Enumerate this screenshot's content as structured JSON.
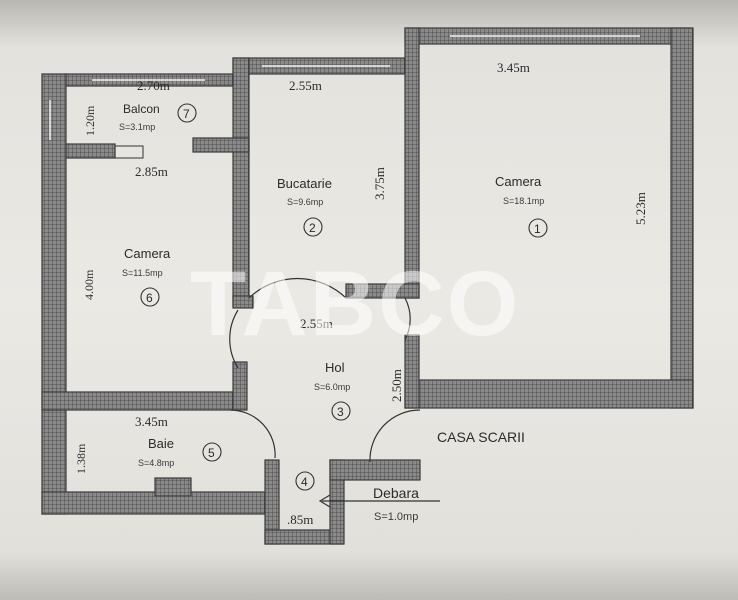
{
  "rooms": {
    "camera1": {
      "name": "Camera",
      "area": "S=18.1mp",
      "number": "1",
      "dim_top": "3.45m",
      "dim_side": "5.23m"
    },
    "bucatarie": {
      "name": "Bucatarie",
      "area": "S=9.6mp",
      "number": "2",
      "dim_top": "2.55m",
      "dim_side": "3.75m"
    },
    "hol": {
      "name": "Hol",
      "area": "S=6.0mp",
      "number": "3",
      "dim_top": "2.55m",
      "dim_side": "2.50m"
    },
    "debara": {
      "name": "Debara",
      "area": "S=1.0mp",
      "number": "4",
      "dim": ".85m"
    },
    "baie": {
      "name": "Baie",
      "area": "S=4.8mp",
      "number": "5",
      "dim_top": "3.45m",
      "dim_side": "1.38m"
    },
    "camera6": {
      "name": "Camera",
      "area": "S=11.5mp",
      "number": "6",
      "dim_top": "2.85m",
      "dim_side": "4.00m"
    },
    "balcon": {
      "name": "Balcon",
      "area": "S=3.1mp",
      "number": "7",
      "dim_top": "2.70m",
      "dim_side": "1.20m"
    }
  },
  "casa_scarii": "CASA SCARII",
  "watermark": "TABCO",
  "colors": {
    "wall": "#6f6f6f",
    "paper": "#ebe9e4",
    "ink": "#2b2b2b"
  }
}
